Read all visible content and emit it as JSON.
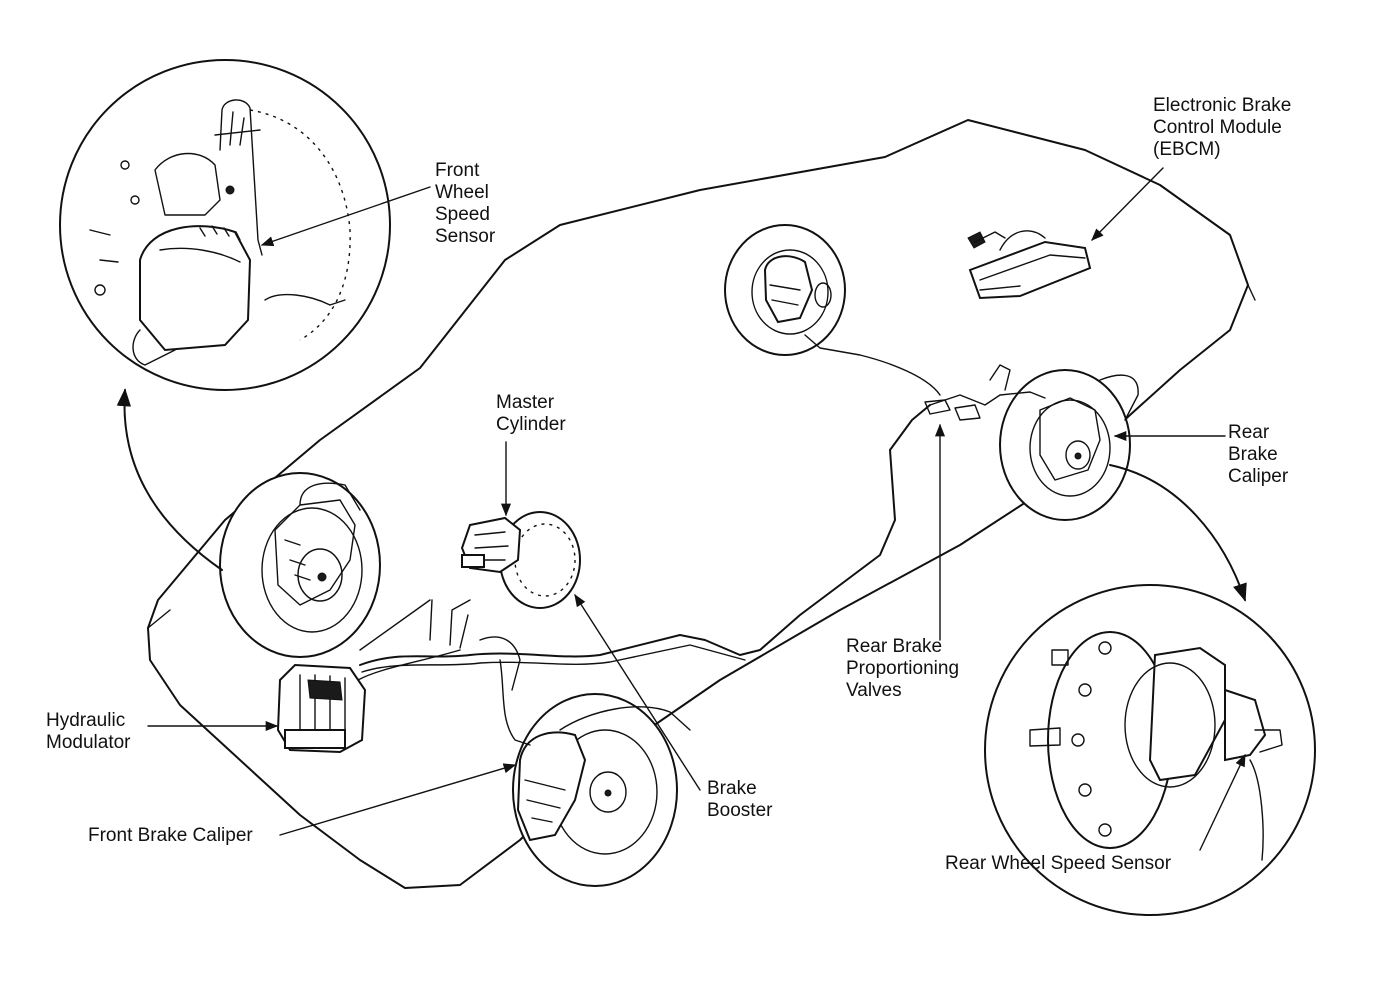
{
  "labels": {
    "front_wheel_speed_sensor": [
      "Front",
      "Wheel",
      "Speed",
      "Sensor"
    ],
    "ebcm": [
      "Electronic Brake",
      "Control Module",
      "(EBCM)"
    ],
    "master_cylinder": [
      "Master",
      "Cylinder"
    ],
    "rear_brake_caliper": [
      "Rear",
      "Brake",
      "Caliper"
    ],
    "rear_brake_proportioning_valves": [
      "Rear Brake",
      "Proportioning",
      "Valves"
    ],
    "hydraulic_modulator": [
      "Hydraulic",
      "Modulator"
    ],
    "brake_booster": [
      "Brake",
      "Booster"
    ],
    "front_brake_caliper": "Front Brake Caliper",
    "rear_wheel_speed_sensor": "Rear Wheel Speed Sensor"
  }
}
